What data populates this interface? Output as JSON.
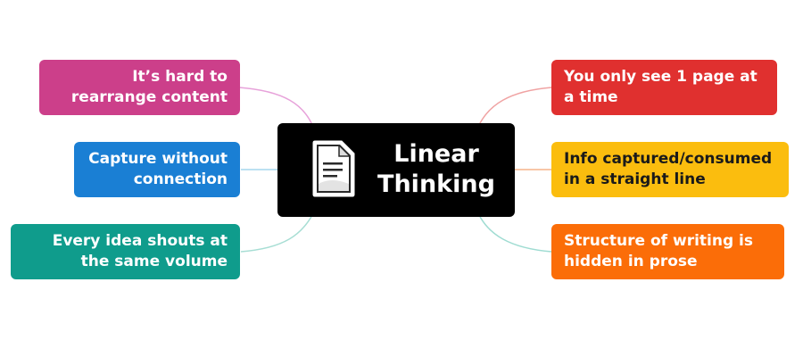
{
  "center": {
    "title": "Linear\nThinking",
    "icon": "document-icon"
  },
  "branches": {
    "left": [
      {
        "text": "It’s hard to rearrange content",
        "color": "#cc3f8a",
        "line_color": "#e7a2da"
      },
      {
        "text": "Capture without connection",
        "color": "#1a7fd4",
        "line_color": "#a6d7ee"
      },
      {
        "text": "Every idea shouts at the same volume",
        "color": "#0f9c8c",
        "line_color": "#a7ded4"
      }
    ],
    "right": [
      {
        "text": "You only see 1 page at a time",
        "color": "#e0302f",
        "line_color": "#f0a3a3"
      },
      {
        "text": "Info captured/consumed in a straight line",
        "color": "#fbbd0e",
        "line_color": "#f6b48a",
        "text_color": "#1a1a1a"
      },
      {
        "text": "Structure of writing is hidden in prose",
        "color": "#fb6d08",
        "line_color": "#9fdcd2"
      }
    ]
  }
}
